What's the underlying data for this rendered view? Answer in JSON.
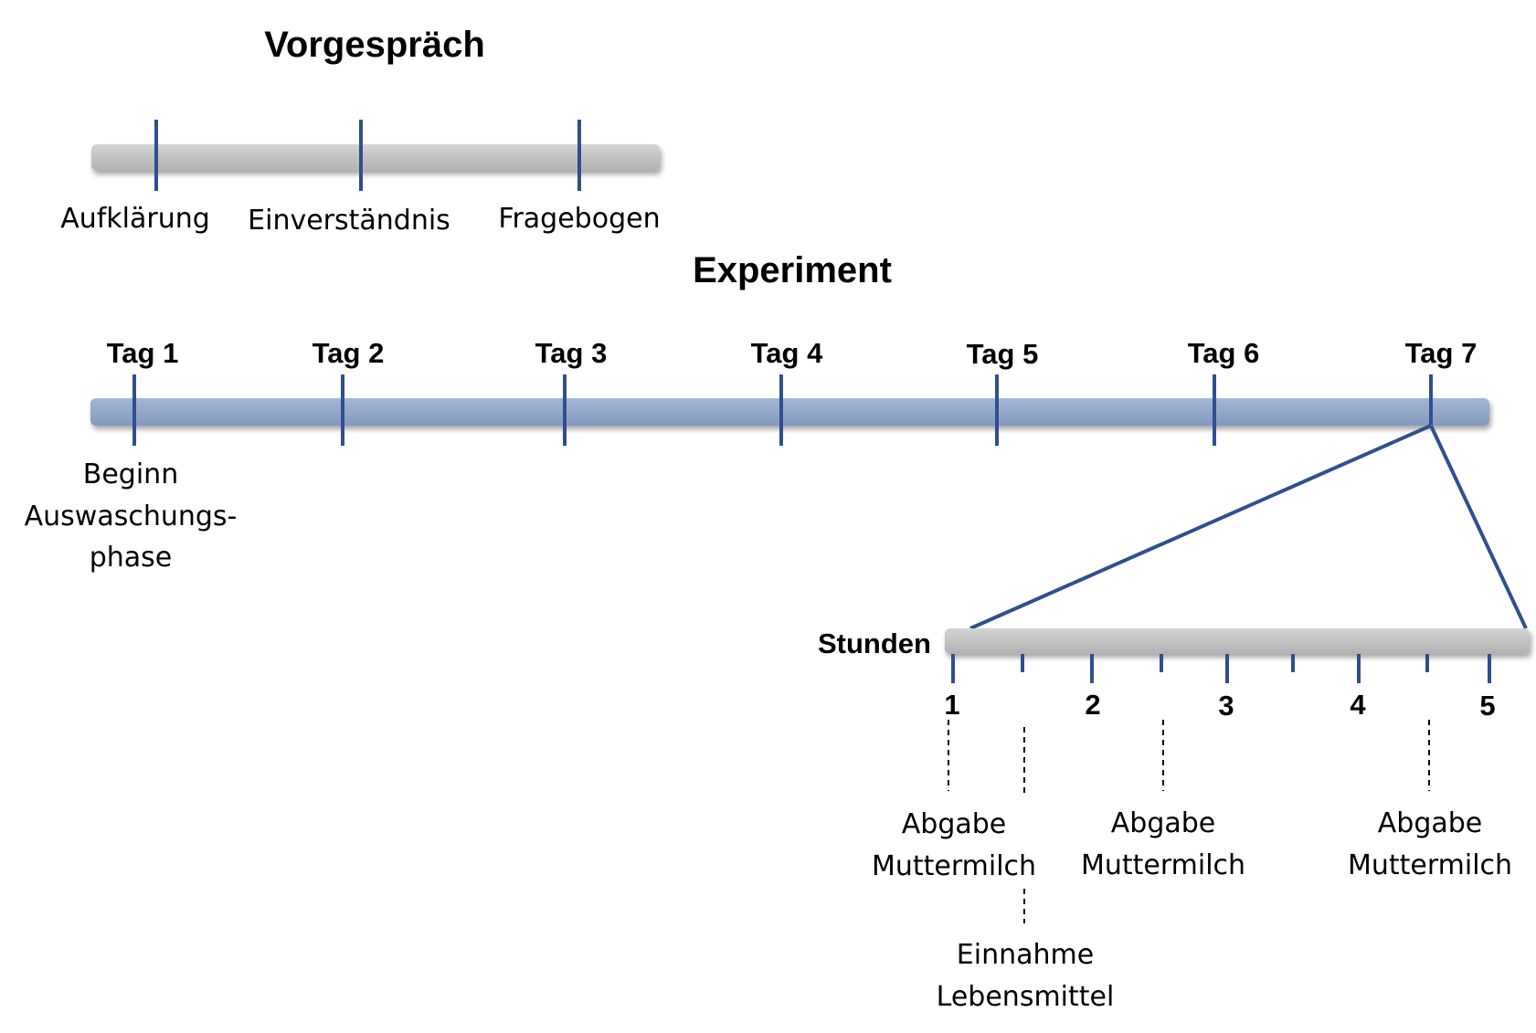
{
  "vorgespraech": {
    "title": "Vorgespräch",
    "items": [
      "Aufklärung",
      "Einverständnis",
      "Fragebogen"
    ]
  },
  "experiment": {
    "title": "Experiment",
    "days": [
      "Tag 1",
      "Tag 2",
      "Tag 3",
      "Tag 4",
      "Tag 5",
      "Tag 6",
      "Tag 7"
    ],
    "start_note": [
      "Beginn",
      "Auswaschungs-",
      "phase"
    ]
  },
  "stunden": {
    "title": "Stunden",
    "hours": [
      "1",
      "2",
      "3",
      "4",
      "5"
    ],
    "events": {
      "abgabe": [
        "Abgabe",
        "Muttermilch"
      ],
      "einnahme": [
        "Einnahme",
        "Lebensmittel"
      ]
    }
  },
  "colors": {
    "tick_blue": "#2f4f8f",
    "bar_gray": "#c4c4c4",
    "bar_blue": "#94a9c9"
  }
}
